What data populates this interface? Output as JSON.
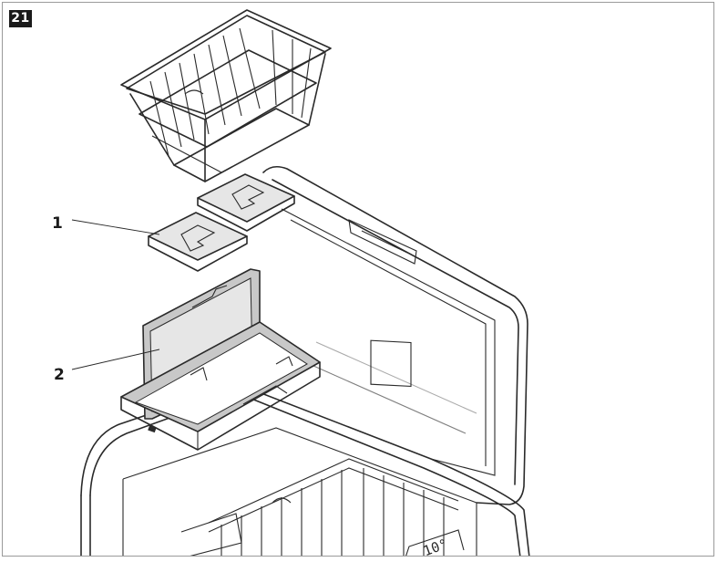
{
  "figure": {
    "number": "21"
  },
  "callouts": [
    {
      "id": "1",
      "label": "1"
    },
    {
      "id": "2",
      "label": "2"
    }
  ],
  "display_readout": "10°",
  "colors": {
    "line": "#2a2a2a",
    "fill_gray": "#c8c8c8",
    "fill_light": "#e6e6e6",
    "badge": "#1a1a1a"
  }
}
